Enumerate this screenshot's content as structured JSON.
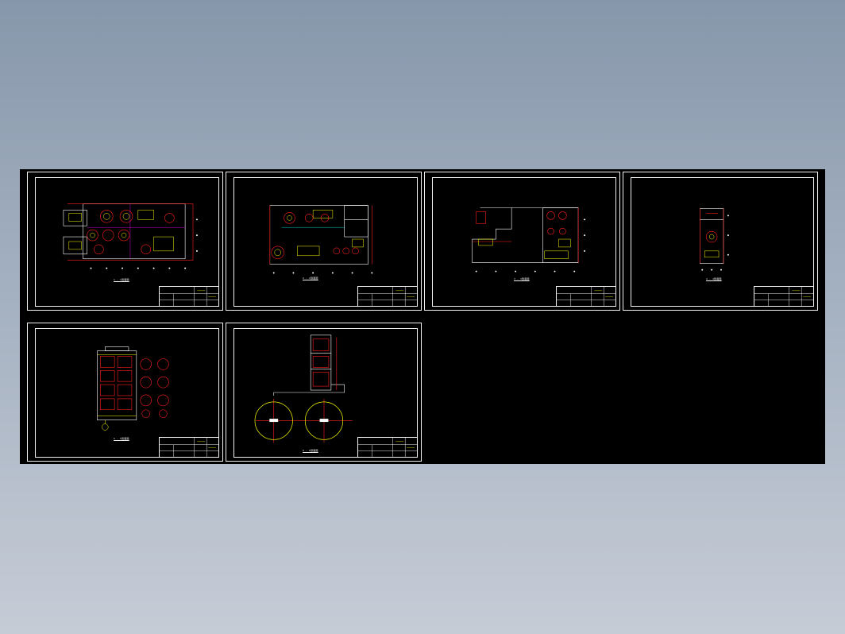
{
  "canvas": {
    "background_color": "#000000",
    "line_color": "#ffffff",
    "accent_colors": {
      "red": "#ff2020",
      "yellow": "#ffff00",
      "magenta": "#ff00ff",
      "cyan": "#00ffff",
      "green": "#00ff00"
    }
  },
  "sheets": [
    {
      "caption": "1 - 1剖面图",
      "icon": "floor-plan-drawing-icon"
    },
    {
      "caption": "2 - 2剖面图",
      "icon": "floor-plan-drawing-icon"
    },
    {
      "caption": "3 - 3剖面图",
      "icon": "floor-plan-drawing-icon"
    },
    {
      "caption": "4 - 4剖面图",
      "icon": "floor-plan-drawing-icon"
    },
    {
      "caption": "5 - 5剖面图",
      "icon": "tank-layout-drawing-icon"
    },
    {
      "caption": "6 - 6剖面图",
      "icon": "tank-elevation-drawing-icon"
    }
  ]
}
